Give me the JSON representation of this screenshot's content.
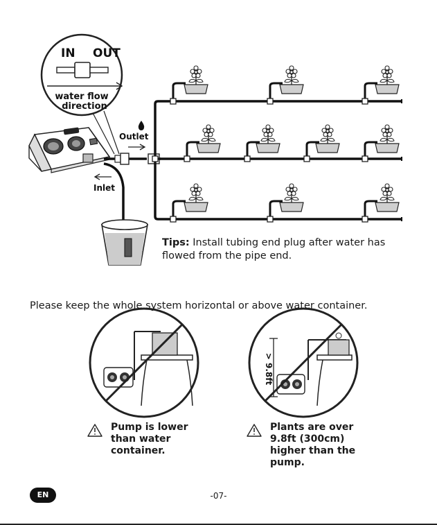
{
  "diagram": {
    "connector_in": "IN",
    "connector_out": "OUT",
    "flow_label_1": "water flow",
    "flow_label_2": "direction",
    "outlet": "Outlet",
    "inlet": "Inlet",
    "height_label": "> 9.8ft"
  },
  "tips": {
    "label": "Tips:",
    "text": " Install tubing end plug after water has flowed from the pipe end."
  },
  "note": "Please keep the whole system horizontal or above water container.",
  "warnings": [
    {
      "text": "Pump is lower than water container."
    },
    {
      "text": "Plants are over 9.8ft (300cm) higher than the pump."
    }
  ],
  "footer": {
    "language": "EN",
    "page": "-07-"
  }
}
